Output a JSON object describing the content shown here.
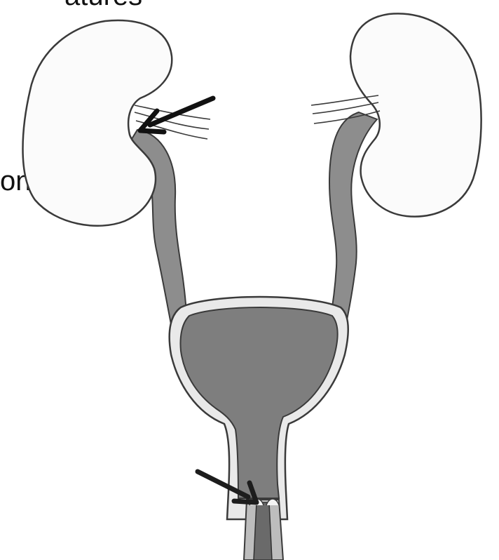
{
  "diagram": {
    "text_fragments": {
      "top": "atures",
      "side": "on"
    },
    "parts": [
      "left-kidney",
      "right-kidney",
      "left-ureter",
      "right-ureter",
      "bladder",
      "urethra"
    ],
    "arrows": [
      "renal-hilum-arrow",
      "bladder-neck-arrow"
    ],
    "colors": {
      "outline": "#3a3a3a",
      "kidney_fill": "#fbfbfb",
      "ureter_fill": "#8d8d8d",
      "bladder_wall": "#e9e9e9",
      "bladder_lumen": "#7e7e7e",
      "arrow": "#111111"
    }
  }
}
